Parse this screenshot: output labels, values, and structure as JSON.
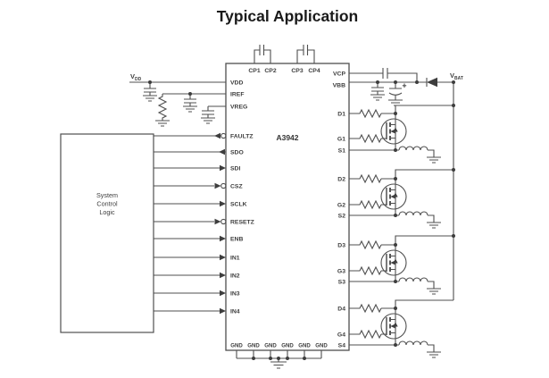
{
  "title": "Typical Application",
  "ic": {
    "name": "A3942",
    "top_pins": [
      "CP1",
      "CP2",
      "CP3",
      "CP4"
    ],
    "vcp": "VCP",
    "vbb": "VBB",
    "left_pins": [
      "VDD",
      "IREF",
      "VREG",
      "FAULTZ",
      "SDO",
      "SDI",
      "CSZ",
      "SCLK",
      "RESETZ",
      "ENB",
      "IN1",
      "IN2",
      "IN3",
      "IN4"
    ],
    "channels": [
      {
        "d": "D1",
        "g": "G1",
        "s": "S1"
      },
      {
        "d": "D2",
        "g": "G2",
        "s": "S2"
      },
      {
        "d": "D3",
        "g": "G3",
        "s": "S3"
      },
      {
        "d": "D4",
        "g": "G4",
        "s": "S4"
      }
    ],
    "gnd": "GND"
  },
  "supplies": {
    "vdd": "V",
    "vdd_sub": "DD",
    "vbat": "V",
    "vbat_sub": "BAT"
  },
  "system_logic": {
    "line1": "System",
    "line2": "Control",
    "line3": "Logic"
  },
  "colors": {
    "line": "#4f4f4f",
    "text": "#333333",
    "background": "#ffffff"
  }
}
